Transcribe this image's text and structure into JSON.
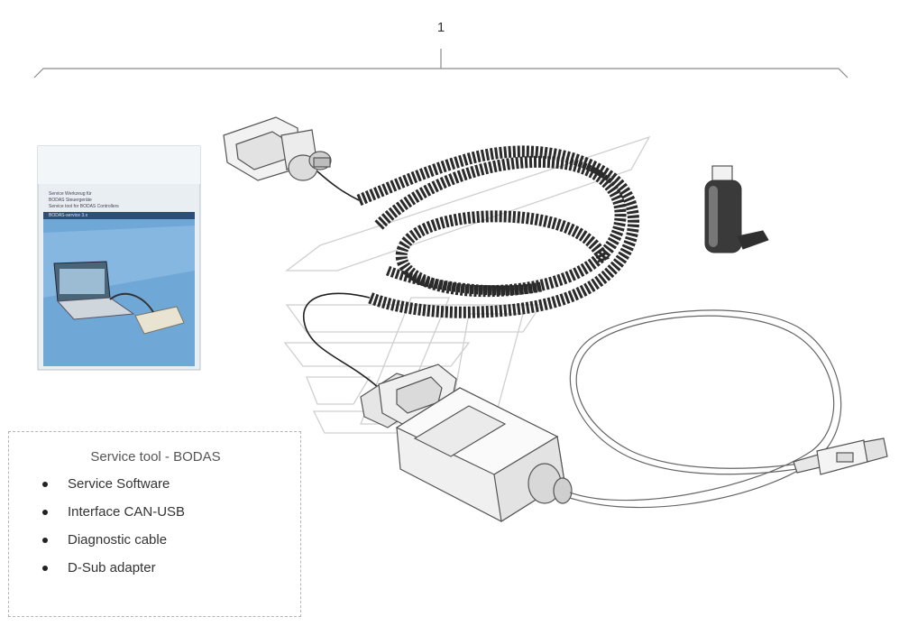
{
  "callout": {
    "number": "1"
  },
  "legend": {
    "title": "Service tool - BODAS",
    "items": [
      "Service Software",
      "Interface CAN-USB",
      "Diagnostic cable",
      "D-Sub adapter"
    ]
  },
  "manual": {
    "line1": "Service Werkzeug für",
    "line2": "BODAS Steuergeräte",
    "line3": "Service tool for BODAS Controllers",
    "band": "BODAS-service 3.x"
  },
  "colors": {
    "line": "#555555",
    "watermark": "#c8c8c8",
    "manual_blue": "#6fa8d6",
    "cable": "#2a2a2a"
  }
}
